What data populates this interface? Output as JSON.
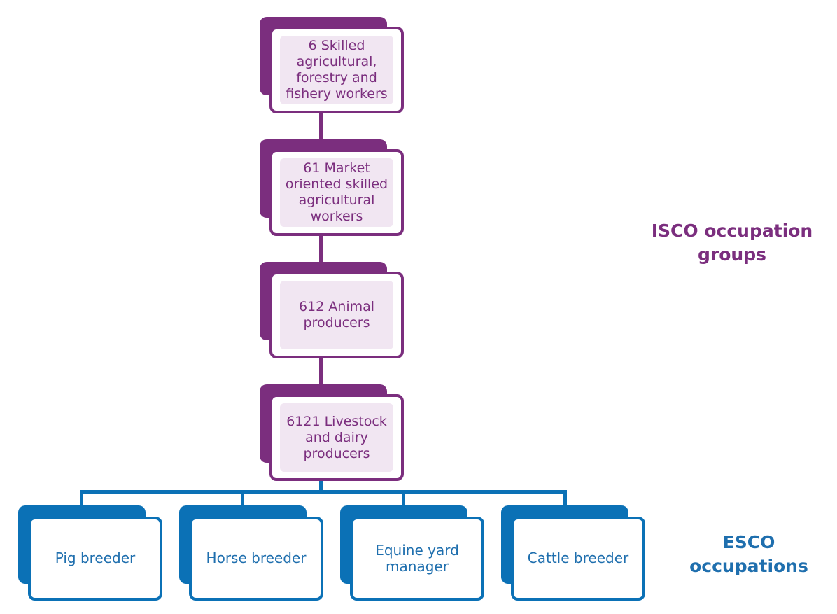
{
  "colors": {
    "isco": "#7b2e7e",
    "esco": "#0b71b6"
  },
  "isco_nodes": [
    {
      "label": "6 Skilled\nagricultural,\nforestry and\nfishery workers"
    },
    {
      "label": "61 Market\noriented skilled\nagricultural\nworkers"
    },
    {
      "label": "612 Animal\nproducers"
    },
    {
      "label": "6121 Livestock\nand dairy\nproducers"
    }
  ],
  "esco_nodes": [
    {
      "label": "Pig breeder"
    },
    {
      "label": "Horse breeder"
    },
    {
      "label": "Equine yard\nmanager"
    },
    {
      "label": "Cattle breeder"
    }
  ],
  "labels": {
    "isco": "ISCO  occupation\ngroups",
    "esco": "ESCO\noccupations"
  }
}
